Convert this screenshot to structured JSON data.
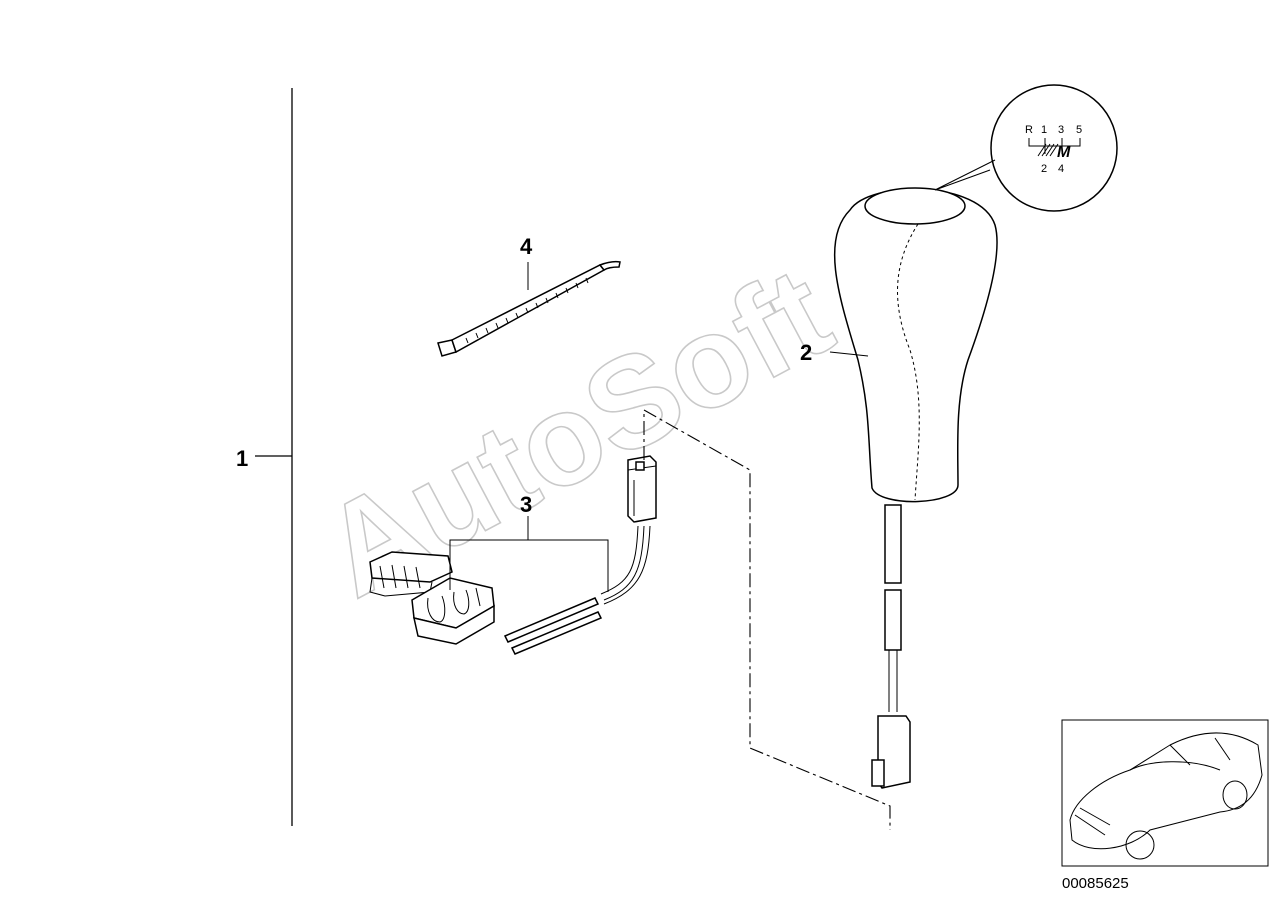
{
  "callouts": {
    "part1": "1",
    "part2": "2",
    "part3": "3",
    "part4": "4"
  },
  "watermark": "AutoSoft",
  "shift_pattern": {
    "top_row": [
      "R",
      "1",
      "3",
      "5"
    ],
    "bottom_row": [
      "2",
      "4"
    ],
    "logo": "M"
  },
  "document_number": "00085625",
  "icons": {
    "knob": "gear-knob-icon",
    "cable_tie": "cable-tie-icon",
    "connector": "connector-housing-icon",
    "car": "car-thumbnail-icon"
  },
  "colors": {
    "line": "#000000",
    "watermark": "#c9c9c9",
    "background": "#ffffff"
  }
}
